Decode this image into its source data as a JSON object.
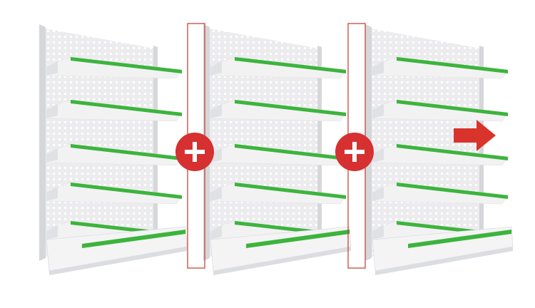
{
  "scene": {
    "description_items": [
      "shelf-unit-1",
      "plus-connector-1",
      "shelf-unit-2",
      "plus-connector-2",
      "shelf-unit-3",
      "direction-arrow"
    ]
  },
  "colors": {
    "background": "#ffffff",
    "panel": "#ececee",
    "panel_shadow": "#d6d7da",
    "hole": "#ffffff",
    "shelf_top": "#f2f2f3",
    "shelf_edge": "#3cb43c",
    "shelf_edge_dark": "#2e9a2f",
    "bracket": "#e0e1e4",
    "base": "#f4f4f5",
    "base_shadow": "#dcdde0",
    "divider_stroke": "#c0392b",
    "plus_fill": "#d63031",
    "plus_symbol": "#ffffff",
    "arrow": "#d9342b"
  },
  "icons": {
    "connector": "plus-circle-icon",
    "direction": "arrow-right-icon"
  },
  "units": {
    "shelf_count": 3,
    "shelves_per_unit": 5
  }
}
